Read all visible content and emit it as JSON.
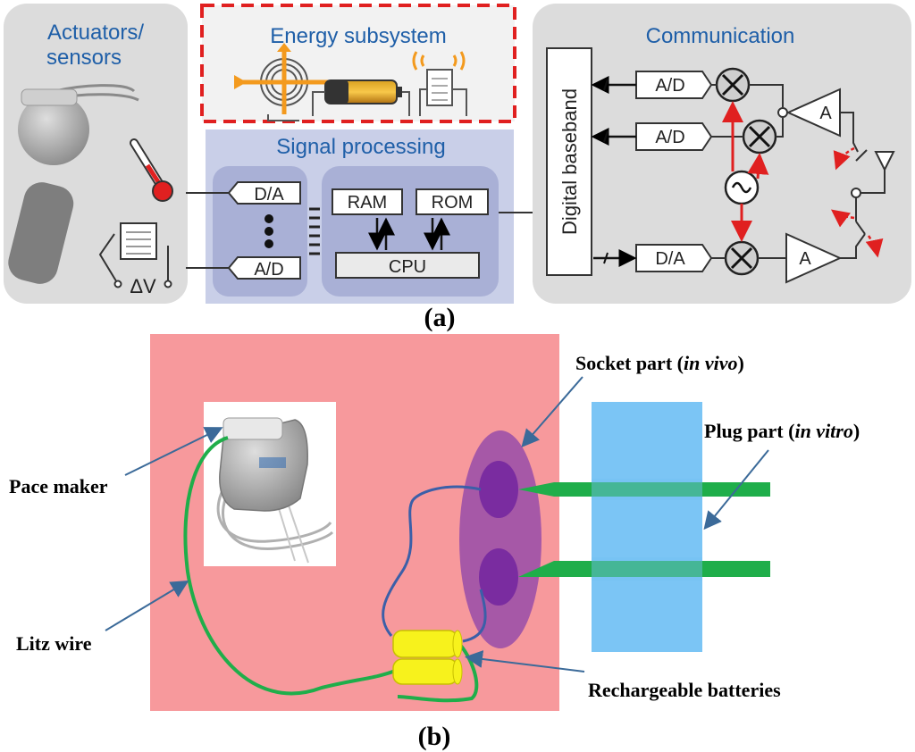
{
  "panel_a": {
    "label": "(a)",
    "actuators": {
      "title_line1": "Actuators/",
      "title_line2": "sensors",
      "dv_label": "ΔV"
    },
    "energy": {
      "title": "Energy subsystem"
    },
    "signal": {
      "title": "Signal processing",
      "da": "D/A",
      "ad": "A/D",
      "ram": "RAM",
      "rom": "ROM",
      "cpu": "CPU"
    },
    "comm": {
      "title": "Communication",
      "baseband": "Digital baseband",
      "adc1": "A/D",
      "adc2": "A/D",
      "dac": "D/A",
      "amp1": "A",
      "amp2": "A"
    }
  },
  "panel_b": {
    "label": "(b)",
    "pace_maker": "Pace maker",
    "litz_wire": "Litz wire",
    "socket_prefix": "Socket part (",
    "socket_italic": "in vivo",
    "socket_suffix": ")",
    "plug_prefix": "Plug part (",
    "plug_italic": "in vitro",
    "plug_suffix": ")",
    "batteries": "Rechargeable batteries"
  },
  "colors": {
    "panel_gray": "#dcdcdc",
    "signal_bg": "#c9cfe8",
    "title_blue": "#1f5fa8",
    "energy_border": "#e02020",
    "pink_board": "#f7999c",
    "purple_socket": "#9b4fa8",
    "blue_plug": "#74c2f4",
    "green_pins": "#1fae4a",
    "yellow_battery": "#f7f21c",
    "annotation_arrow": "#3b6a99"
  }
}
